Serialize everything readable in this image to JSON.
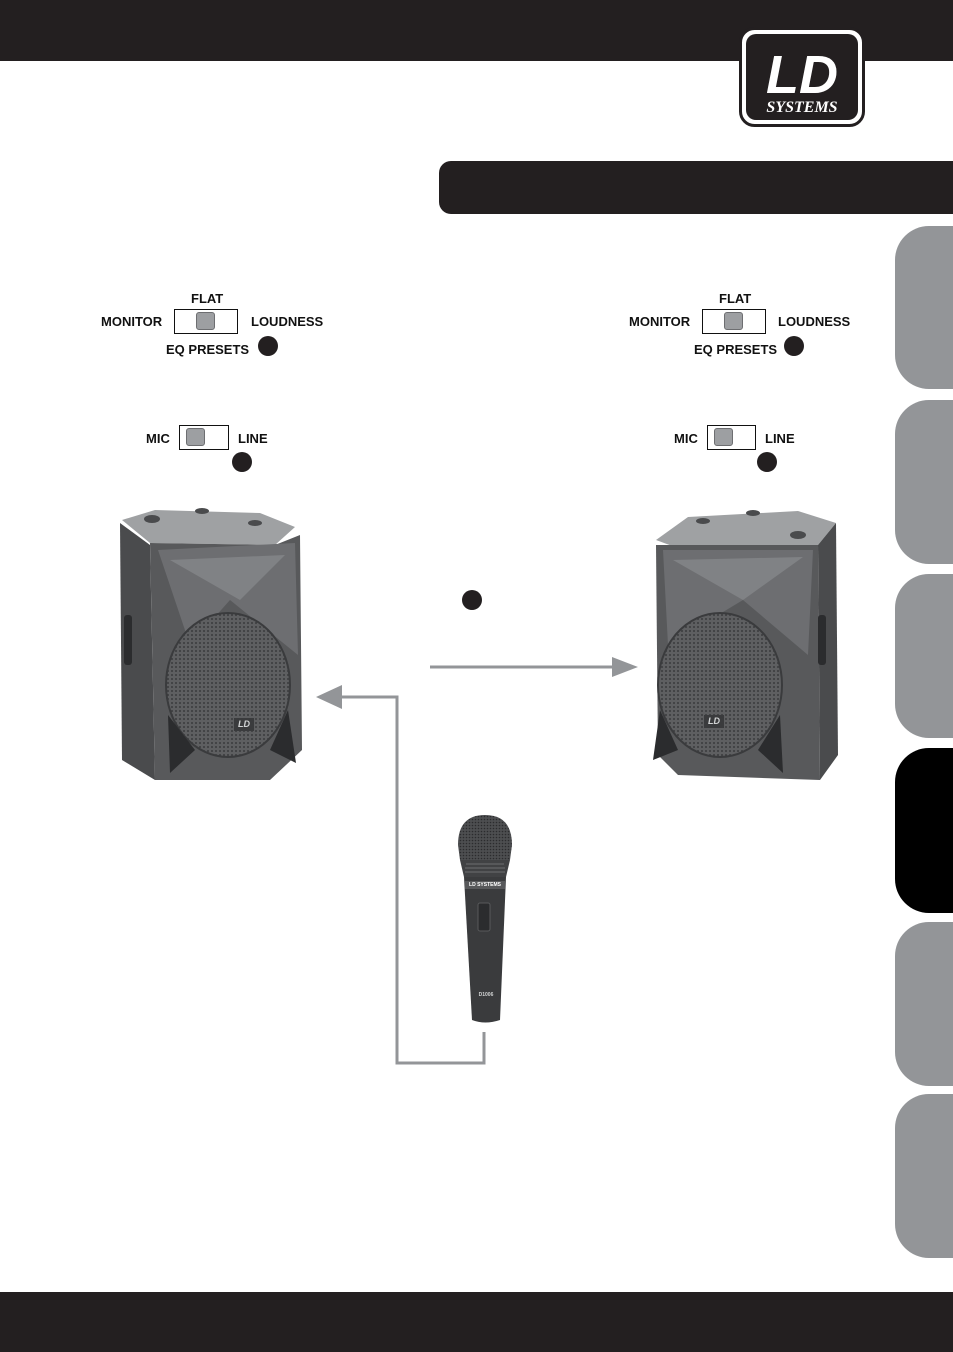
{
  "brand": {
    "line1": "LD",
    "line2": "SYSTEMS"
  },
  "left_unit": {
    "eq": {
      "top_label": "FLAT",
      "left_label": "MONITOR",
      "right_label": "LOUDNESS",
      "caption": "EQ PRESETS"
    },
    "input": {
      "left_label": "MIC",
      "right_label": "LINE"
    }
  },
  "right_unit": {
    "eq": {
      "top_label": "FLAT",
      "left_label": "MONITOR",
      "right_label": "LOUDNESS",
      "caption": "EQ PRESETS"
    },
    "input": {
      "left_label": "MIC",
      "right_label": "LINE"
    }
  },
  "speaker_badge": "LD",
  "microphone": {
    "brand_band": "LD SYSTEMS",
    "model": "D1006"
  },
  "colors": {
    "bars": "#231f20",
    "tab_inactive": "#939598",
    "tab_active": "#000000",
    "cable": "#939598",
    "speaker_body": "#58595b"
  },
  "side_tabs": {
    "count": 6,
    "active_index": 3
  }
}
